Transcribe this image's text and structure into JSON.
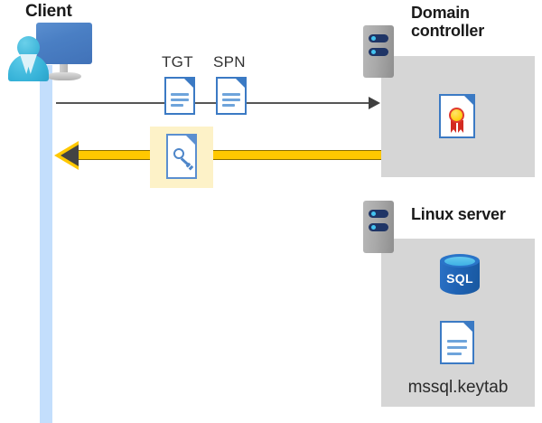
{
  "diagram": {
    "title_client": "Client",
    "title_domain_controller": "Domain\ncontroller",
    "title_linux_server": "Linux server",
    "messages": {
      "tgt_label": "TGT",
      "spn_label": "SPN"
    },
    "linux": {
      "database_label": "SQL",
      "keytab_filename": "mssql.keytab"
    },
    "icons": {
      "client": "client-user-monitor-icon",
      "tgt_document": "document-icon",
      "spn_document": "document-icon",
      "key_document": "key-document-icon",
      "domain_controller_server": "server-rack-icon",
      "certificate": "certificate-document-icon",
      "linux_server": "server-rack-icon",
      "sql_database": "sql-database-icon",
      "keytab_document": "document-icon"
    },
    "arrows": {
      "request": "client-to-domain-controller",
      "response": "domain-controller-to-client"
    },
    "colors": {
      "panel_gray": "#d6d6d6",
      "lifeline_blue": "#c3defc",
      "highlight_yellow": "#fdf2c8",
      "arrow_yellow": "#ffc800",
      "arrow_head_dark": "#434343",
      "doc_blue": "#3b7ac4",
      "server_navy": "#1f3566",
      "sql_blue": "#1f63b5",
      "cert_red": "#d32b22",
      "cert_gold": "#ffd21a"
    }
  }
}
